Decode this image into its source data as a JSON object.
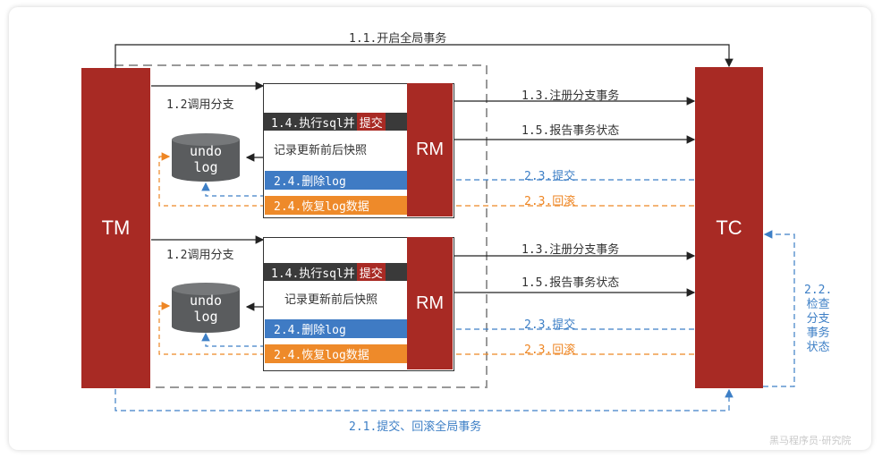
{
  "nodes": {
    "tm": "TM",
    "tc": "TC",
    "rm": "RM",
    "undo_line1": "undo",
    "undo_line2": "log"
  },
  "top_arrow": "1.1.开启全局事务",
  "bottom_arrow": "2.1.提交、回滚全局事务",
  "check_label": [
    "2.2.",
    "检查",
    "分支",
    "事务",
    "状态"
  ],
  "branch": {
    "call": "1.2调用分支",
    "exec_prefix": "1.4.执行sql并",
    "exec_suffix": "提交",
    "snapshot": "记录更新前后快照",
    "delete_log": "2.4.删除log",
    "restore_log": "2.4.恢复log数据",
    "register": "1.3.注册分支事务",
    "report": "1.5.报告事务状态",
    "commit": "2.3.提交",
    "rollback": "2.3.回滚"
  },
  "watermark": "黑马程序员·研究院",
  "colors": {
    "node": "#a82a24",
    "blue": "#3d7fc6",
    "orange": "#ee8624",
    "dark": "#3a3a3a"
  }
}
